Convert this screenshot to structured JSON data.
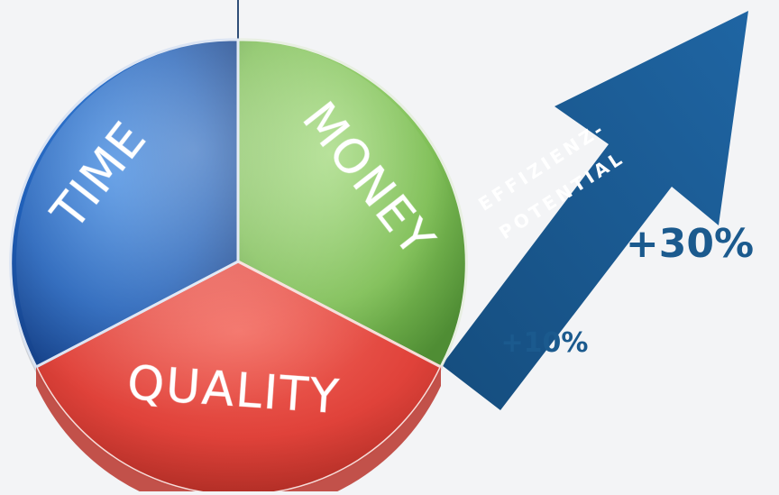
{
  "diagram": {
    "segments": [
      {
        "label": "TIME",
        "color": "#2a66c0"
      },
      {
        "label": "MONEY",
        "color": "#82c35a"
      },
      {
        "label": "QUALITY",
        "color": "#e64a42"
      }
    ],
    "arrow": {
      "line1": "EFFIZIENZ-",
      "line2": "POTENTIAL",
      "color": "#1b5a8e"
    },
    "values": {
      "large": "+30%",
      "small": "+10%"
    }
  }
}
